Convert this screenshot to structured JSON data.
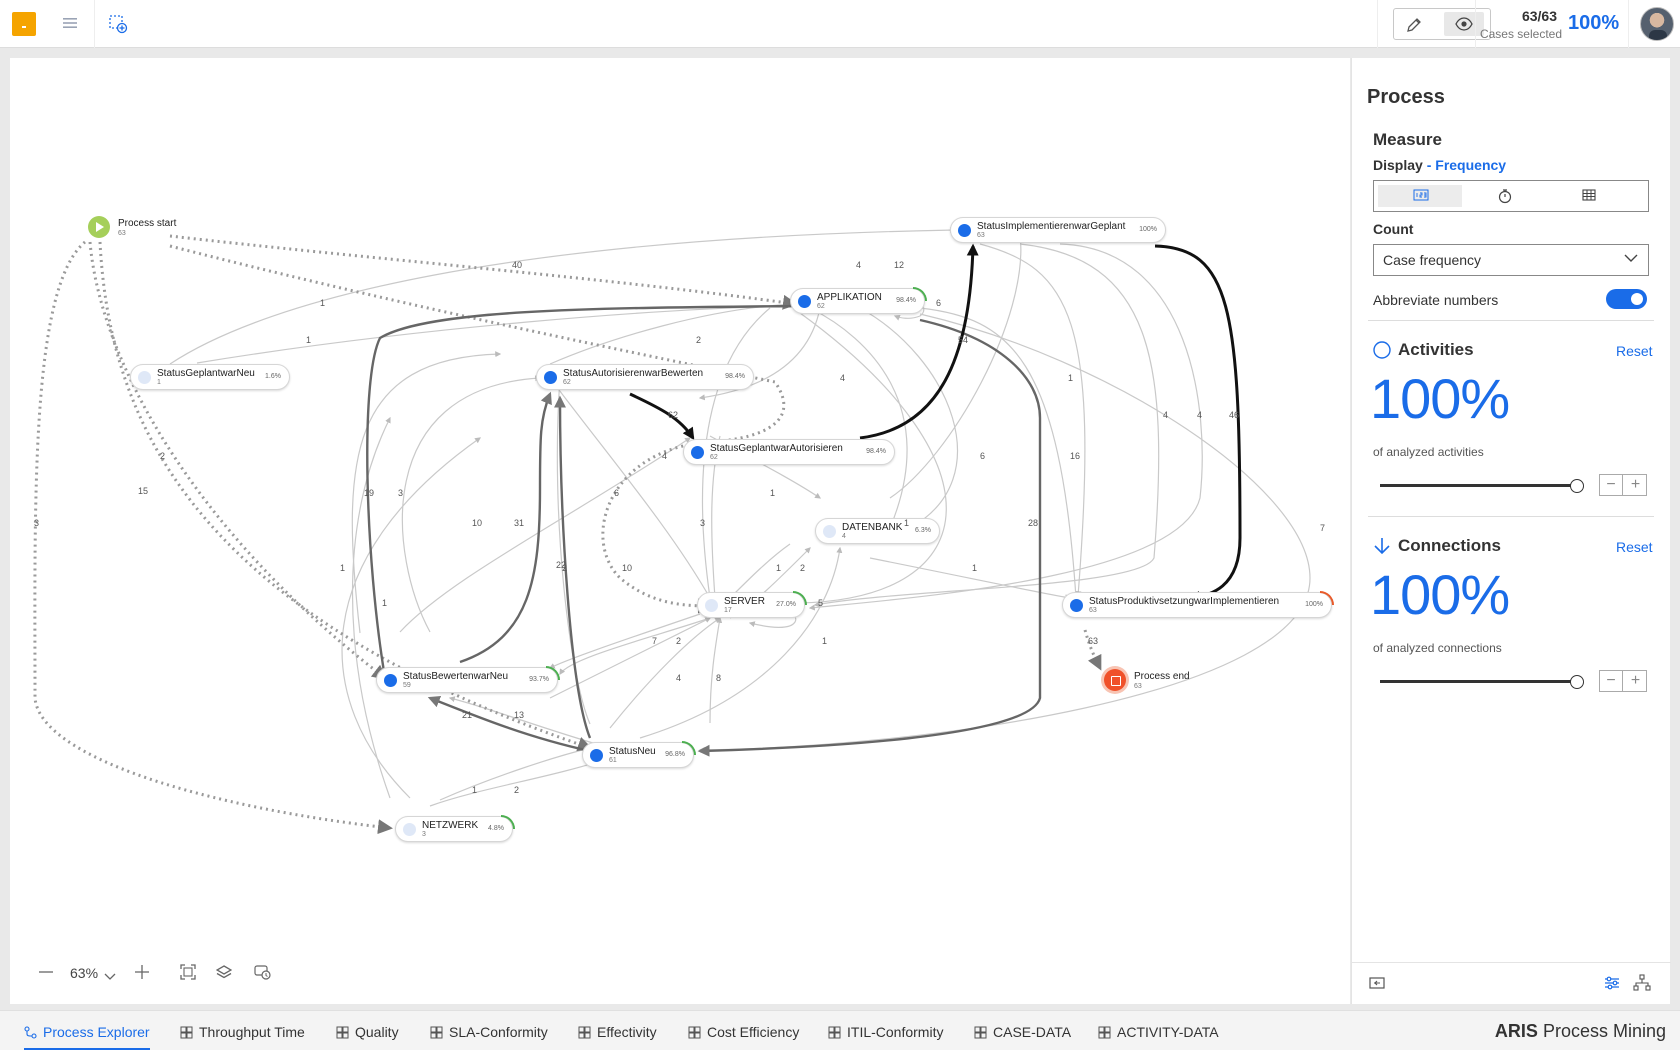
{
  "topbar": {
    "cases_count": "63/63",
    "cases_label": "Cases selected",
    "cases_pct": "100%"
  },
  "canvas": {
    "zoom": "63%",
    "terminals": {
      "start": {
        "label": "Process start",
        "count": "63"
      },
      "end": {
        "label": "Process end",
        "count": "63"
      }
    },
    "nodes": [
      {
        "name": "StatusImplementierenwarGeplant",
        "count": "63",
        "pct": "100%"
      },
      {
        "name": "APPLIKATION",
        "count": "62",
        "pct": "98.4%"
      },
      {
        "name": "StatusGeplantwarNeu",
        "count": "1",
        "pct": "1.6%"
      },
      {
        "name": "StatusAutorisierenwarBewerten",
        "count": "62",
        "pct": "98.4%"
      },
      {
        "name": "StatusGeplantwarAutorisieren",
        "count": "62",
        "pct": "98.4%"
      },
      {
        "name": "DATENBANK",
        "count": "4",
        "pct": "6.3%"
      },
      {
        "name": "SERVER",
        "count": "17",
        "pct": "27.0%"
      },
      {
        "name": "StatusProduktivsetzungwarImplementieren",
        "count": "63",
        "pct": "100%"
      },
      {
        "name": "StatusBewertenwarNeu",
        "count": "59",
        "pct": "93.7%"
      },
      {
        "name": "StatusNeu",
        "count": "61",
        "pct": "96.8%"
      },
      {
        "name": "NETZWERK",
        "count": "3",
        "pct": "4.8%"
      }
    ],
    "edge_labels": [
      "40",
      "4",
      "12",
      "6",
      "1",
      "1",
      "2",
      "54",
      "4",
      "1",
      "16",
      "4",
      "4",
      "46",
      "62",
      "4",
      "6",
      "19",
      "3",
      "10",
      "31",
      "2",
      "15",
      "3",
      "1",
      "6",
      "3",
      "1",
      "28",
      "1",
      "2",
      "10",
      "1",
      "2",
      "22",
      "5",
      "1",
      "7",
      "2",
      "4",
      "8",
      "1",
      "21",
      "13",
      "1",
      "2",
      "1",
      "7",
      "63"
    ]
  },
  "panel": {
    "title": "Process",
    "measure": "Measure",
    "display_label": "Display",
    "display_dash": " - ",
    "display_value": "Frequency",
    "count_label": "Count",
    "count_value": "Case frequency",
    "abbreviate_label": "Abbreviate numbers",
    "activities": {
      "title": "Activities",
      "reset": "Reset",
      "pct": "100%",
      "caption": "of analyzed activities",
      "slider": 1.0
    },
    "connections": {
      "title": "Connections",
      "reset": "Reset",
      "pct": "100%",
      "caption": "of analyzed connections",
      "slider": 1.0
    }
  },
  "tabs": [
    {
      "label": "Process Explorer"
    },
    {
      "label": "Throughput Time"
    },
    {
      "label": "Quality"
    },
    {
      "label": "SLA-Conformity"
    },
    {
      "label": "Effectivity"
    },
    {
      "label": "Cost Efficiency"
    },
    {
      "label": "ITIL-Conformity"
    },
    {
      "label": "CASE-DATA"
    },
    {
      "label": "ACTIVITY-DATA"
    }
  ],
  "brand": {
    "strong": "ARIS",
    "rest": " Process Mining"
  },
  "colors": {
    "accent": "#1a6ce8",
    "start": "#a5cf5a",
    "end": "#f0512a",
    "logo": "#f5a400"
  }
}
